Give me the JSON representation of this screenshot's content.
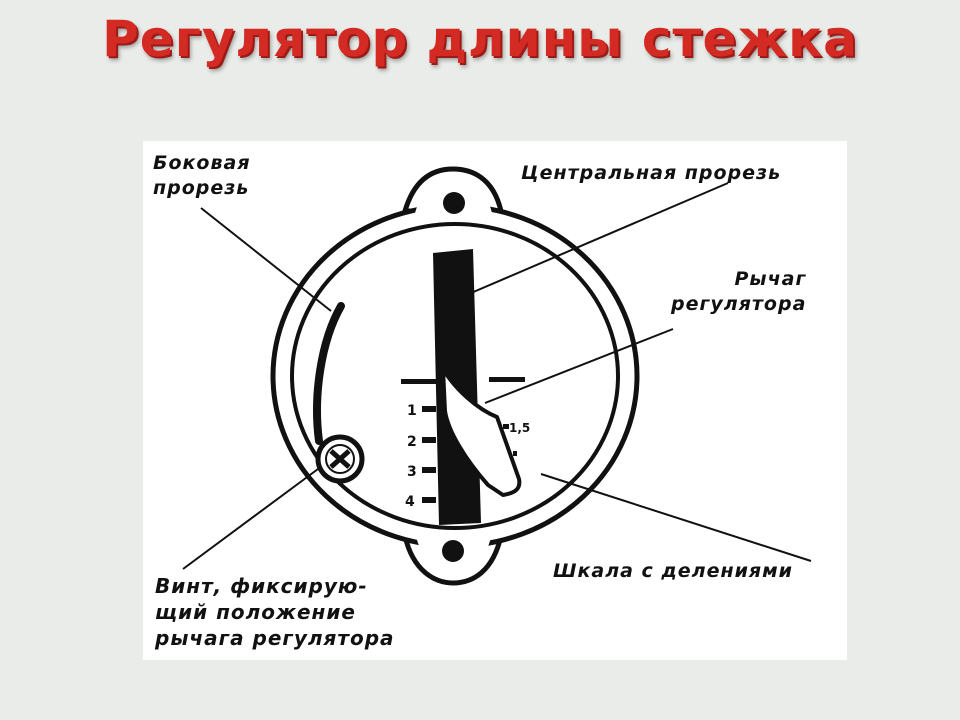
{
  "title": "Регулятор длины стежка",
  "labels": {
    "side_slot": [
      "Боковая",
      "прорезь"
    ],
    "central_slot": "Центральная прорезь",
    "lever": [
      "Рычаг",
      "регулятора"
    ],
    "screw": [
      "Винт, фиксирую-",
      "щий положение",
      "рычага регулятора"
    ],
    "scale": "Шкала с делениями"
  },
  "scale_marks": {
    "left": [
      "1",
      "2",
      "3",
      "4"
    ],
    "right": [
      "1,5"
    ]
  },
  "colors": {
    "title": "#d42a24",
    "background": "#e9ece8",
    "ink": "#111111"
  }
}
